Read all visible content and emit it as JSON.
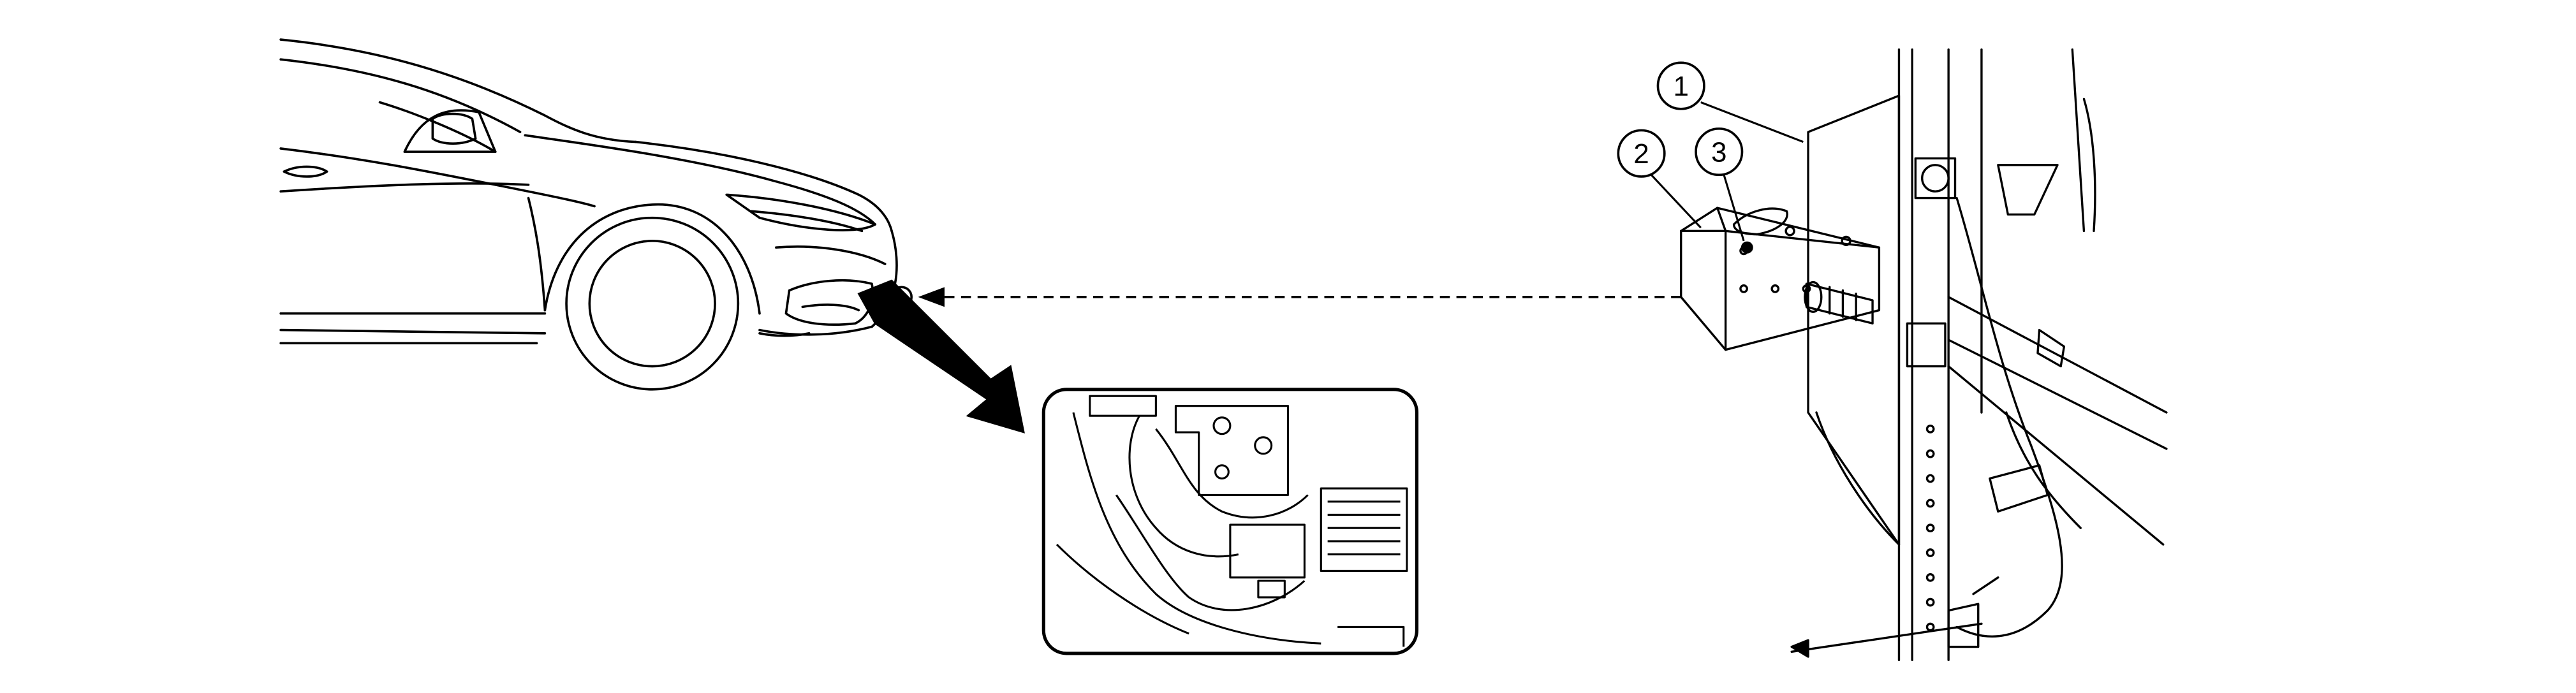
{
  "callouts": [
    {
      "id": "callout-1",
      "label": "1"
    },
    {
      "id": "callout-2",
      "label": "2"
    },
    {
      "id": "callout-3",
      "label": "3"
    }
  ],
  "colors": {
    "line": "#000000",
    "background": "#ffffff",
    "arrow_fill": "#000000"
  },
  "icons": {
    "vehicle": "car-front-illustration",
    "detail": "inset-detail-view",
    "tool": "aiming-target-board",
    "leader": "dashed-alignment-arrow"
  }
}
